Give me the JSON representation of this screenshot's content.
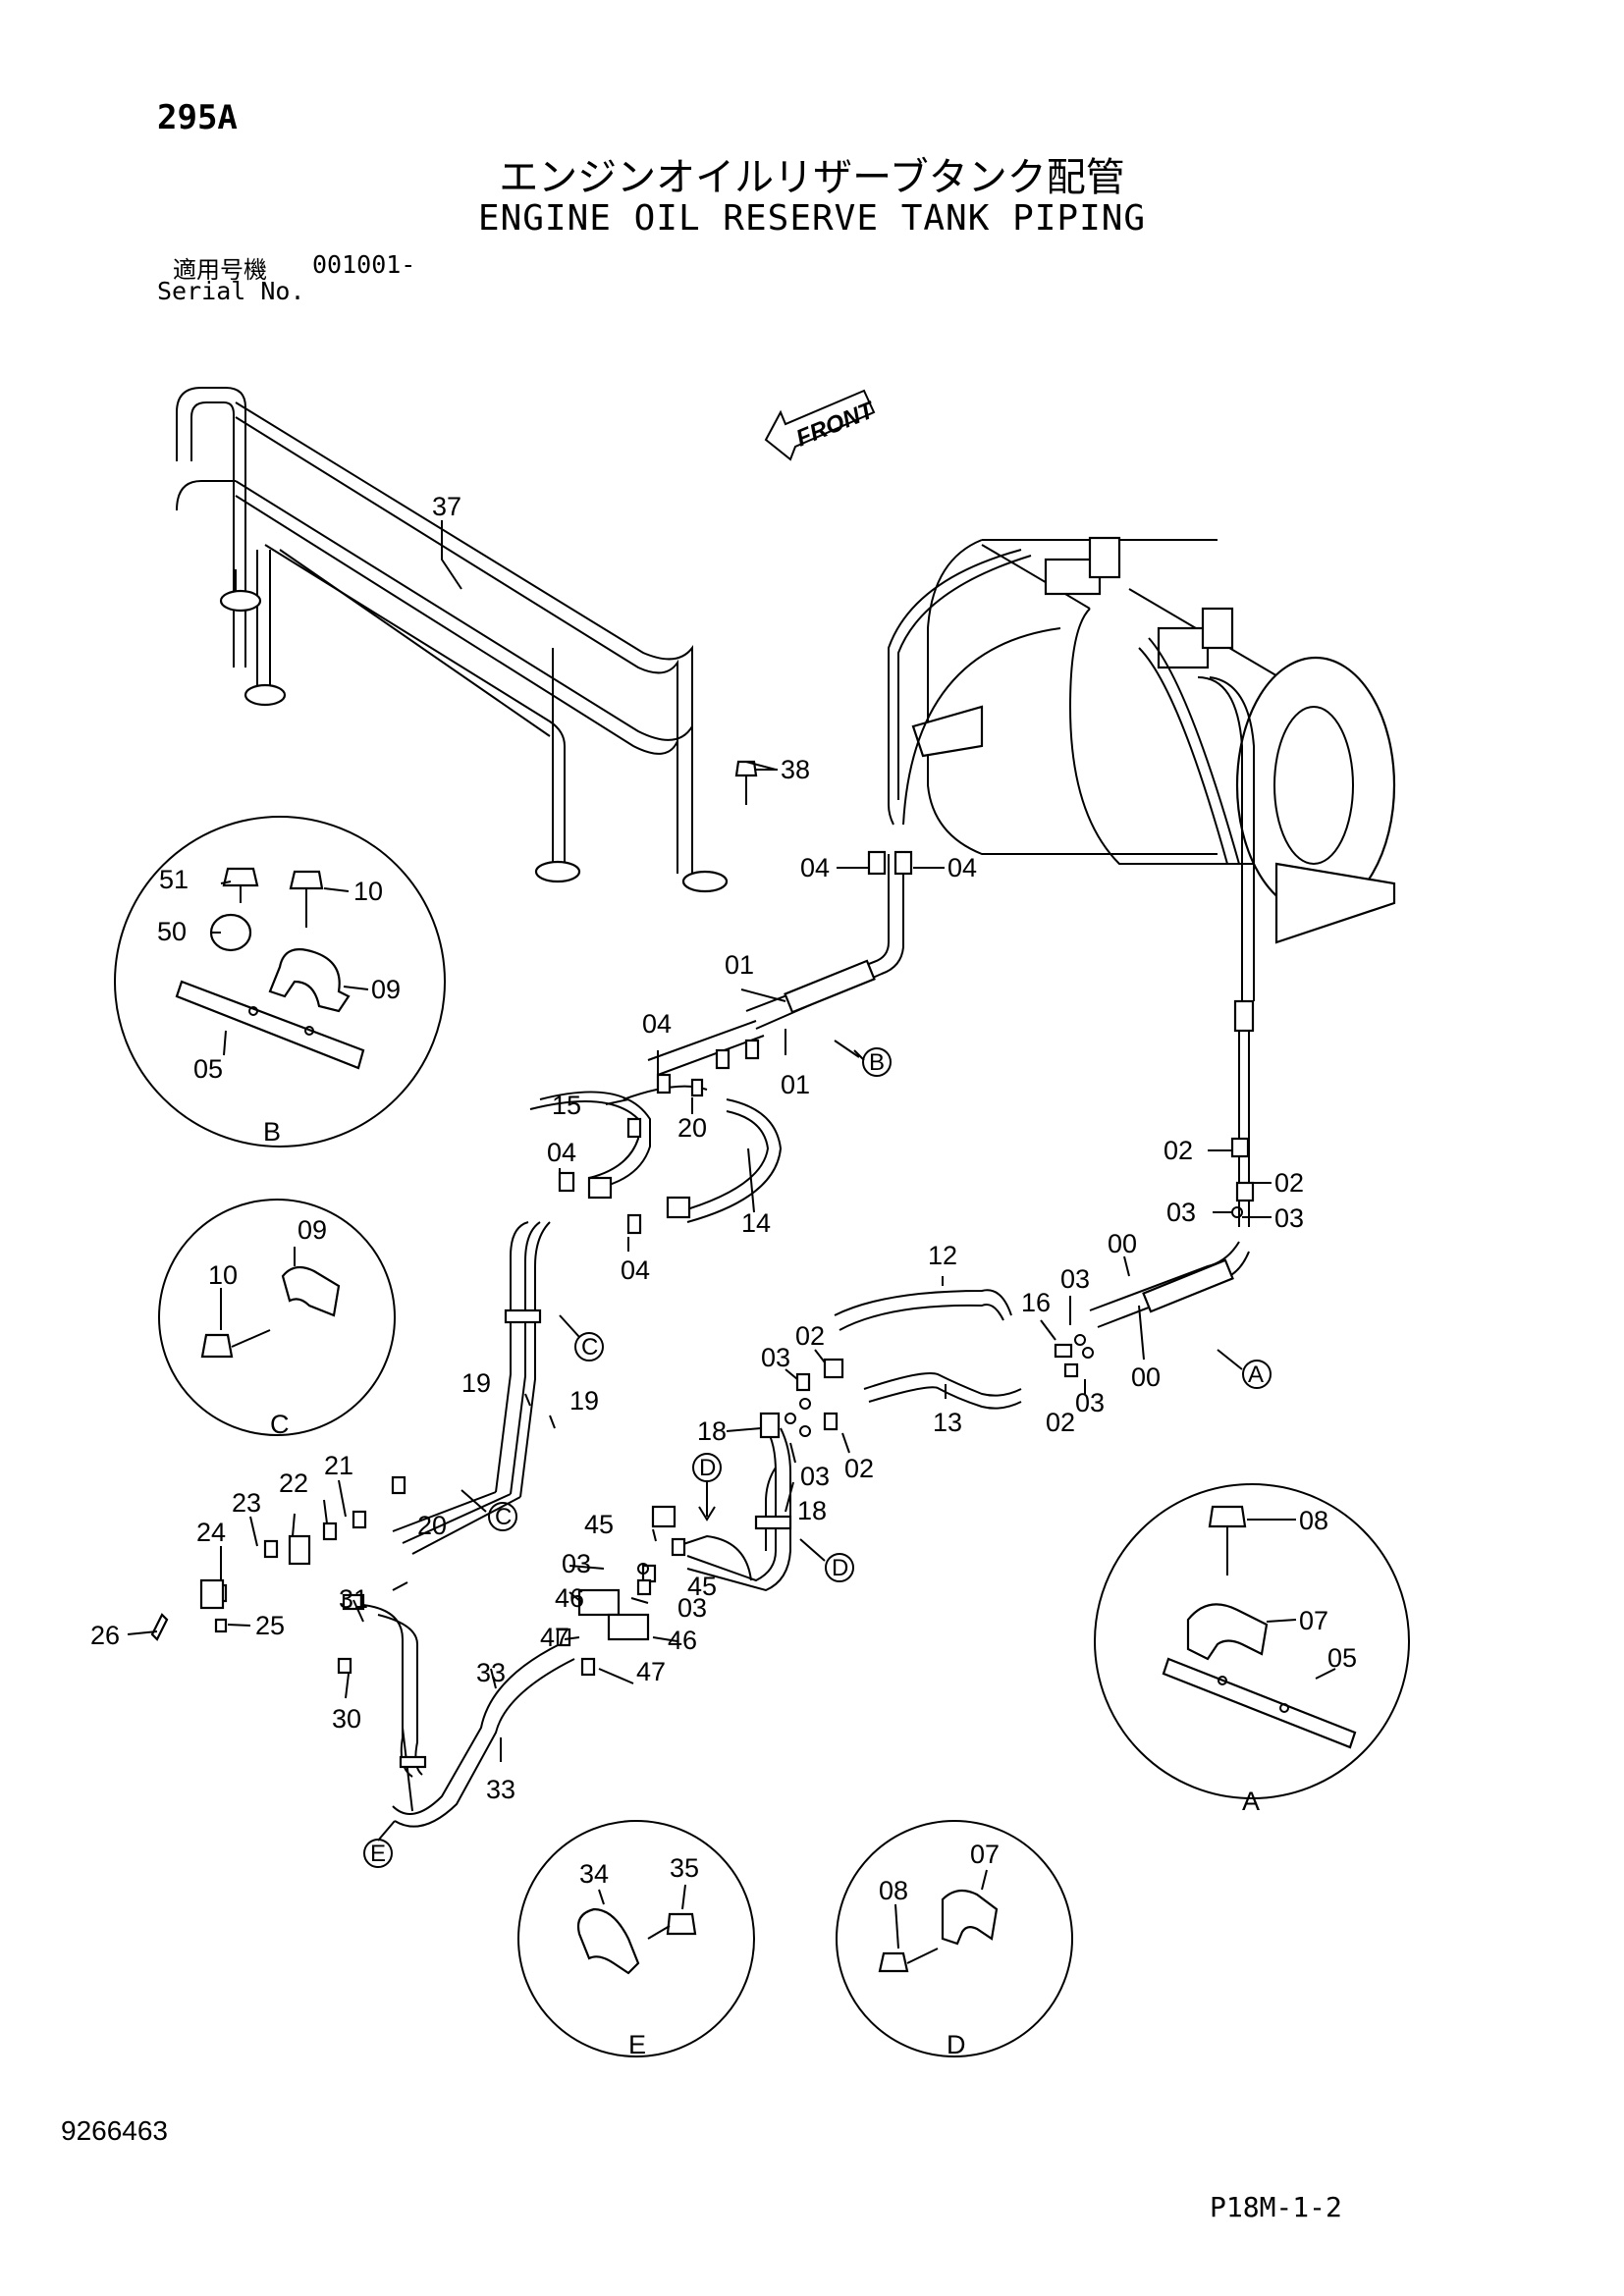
{
  "header": {
    "page_number": "295A",
    "title_jp": "エンジンオイルリザーブタンク配管",
    "title_en": "ENGINE OIL RESERVE TANK PIPING",
    "serial_label_jp": "適用号機",
    "serial_value": "001001-",
    "serial_label_en": "Serial No."
  },
  "front_arrow": {
    "text": "FRONT"
  },
  "part_labels": [
    {
      "id": "37",
      "text": "37"
    },
    {
      "id": "38",
      "text": "38"
    },
    {
      "id": "04a",
      "text": "04"
    },
    {
      "id": "04b",
      "text": "04"
    },
    {
      "id": "01a",
      "text": "01"
    },
    {
      "id": "01b",
      "text": "01"
    },
    {
      "id": "04c",
      "text": "04"
    },
    {
      "id": "15",
      "text": "15"
    },
    {
      "id": "20a",
      "text": "20"
    },
    {
      "id": "04d",
      "text": "04"
    },
    {
      "id": "04e",
      "text": "04"
    },
    {
      "id": "14",
      "text": "14"
    },
    {
      "id": "02a",
      "text": "02"
    },
    {
      "id": "02b",
      "text": "02"
    },
    {
      "id": "03a",
      "text": "03"
    },
    {
      "id": "03b",
      "text": "03"
    },
    {
      "id": "00a",
      "text": "00"
    },
    {
      "id": "03c",
      "text": "03"
    },
    {
      "id": "16",
      "text": "16"
    },
    {
      "id": "12",
      "text": "12"
    },
    {
      "id": "00b",
      "text": "00"
    },
    {
      "id": "03d",
      "text": "03"
    },
    {
      "id": "02c",
      "text": "02"
    },
    {
      "id": "13",
      "text": "13"
    },
    {
      "id": "03e",
      "text": "03"
    },
    {
      "id": "02d",
      "text": "02"
    },
    {
      "id": "18a",
      "text": "18"
    },
    {
      "id": "03f",
      "text": "03"
    },
    {
      "id": "02e",
      "text": "02"
    },
    {
      "id": "18b",
      "text": "18"
    },
    {
      "id": "19a",
      "text": "19"
    },
    {
      "id": "19b",
      "text": "19"
    },
    {
      "id": "21",
      "text": "21"
    },
    {
      "id": "22",
      "text": "22"
    },
    {
      "id": "23",
      "text": "23"
    },
    {
      "id": "20b",
      "text": "20"
    },
    {
      "id": "24",
      "text": "24"
    },
    {
      "id": "26",
      "text": "26"
    },
    {
      "id": "25",
      "text": "25"
    },
    {
      "id": "45a",
      "text": "45"
    },
    {
      "id": "03g",
      "text": "03"
    },
    {
      "id": "45b",
      "text": "45"
    },
    {
      "id": "46a",
      "text": "46"
    },
    {
      "id": "03h",
      "text": "03"
    },
    {
      "id": "47a",
      "text": "47"
    },
    {
      "id": "46b",
      "text": "46"
    },
    {
      "id": "47b",
      "text": "47"
    },
    {
      "id": "31",
      "text": "31"
    },
    {
      "id": "30",
      "text": "30"
    },
    {
      "id": "33a",
      "text": "33"
    },
    {
      "id": "33b",
      "text": "33"
    }
  ],
  "detail_views": {
    "B": {
      "letter": "B",
      "labels": [
        "51",
        "10",
        "50",
        "09",
        "05"
      ]
    },
    "C": {
      "letter": "C",
      "labels": [
        "09",
        "10"
      ]
    },
    "A": {
      "letter": "A",
      "labels": [
        "08",
        "07",
        "05"
      ]
    },
    "E": {
      "letter": "E",
      "labels": [
        "34",
        "35"
      ]
    },
    "D": {
      "letter": "D",
      "labels": [
        "07",
        "08"
      ]
    }
  },
  "callouts": [
    {
      "id": "B",
      "text": "B"
    },
    {
      "id": "C1",
      "text": "C"
    },
    {
      "id": "C2",
      "text": "C"
    },
    {
      "id": "A",
      "text": "A"
    },
    {
      "id": "D1",
      "text": "D"
    },
    {
      "id": "D2",
      "text": "D"
    },
    {
      "id": "E",
      "text": "E"
    }
  ],
  "footer": {
    "document_number": "9266463",
    "page_code": "P18M-1-2"
  }
}
